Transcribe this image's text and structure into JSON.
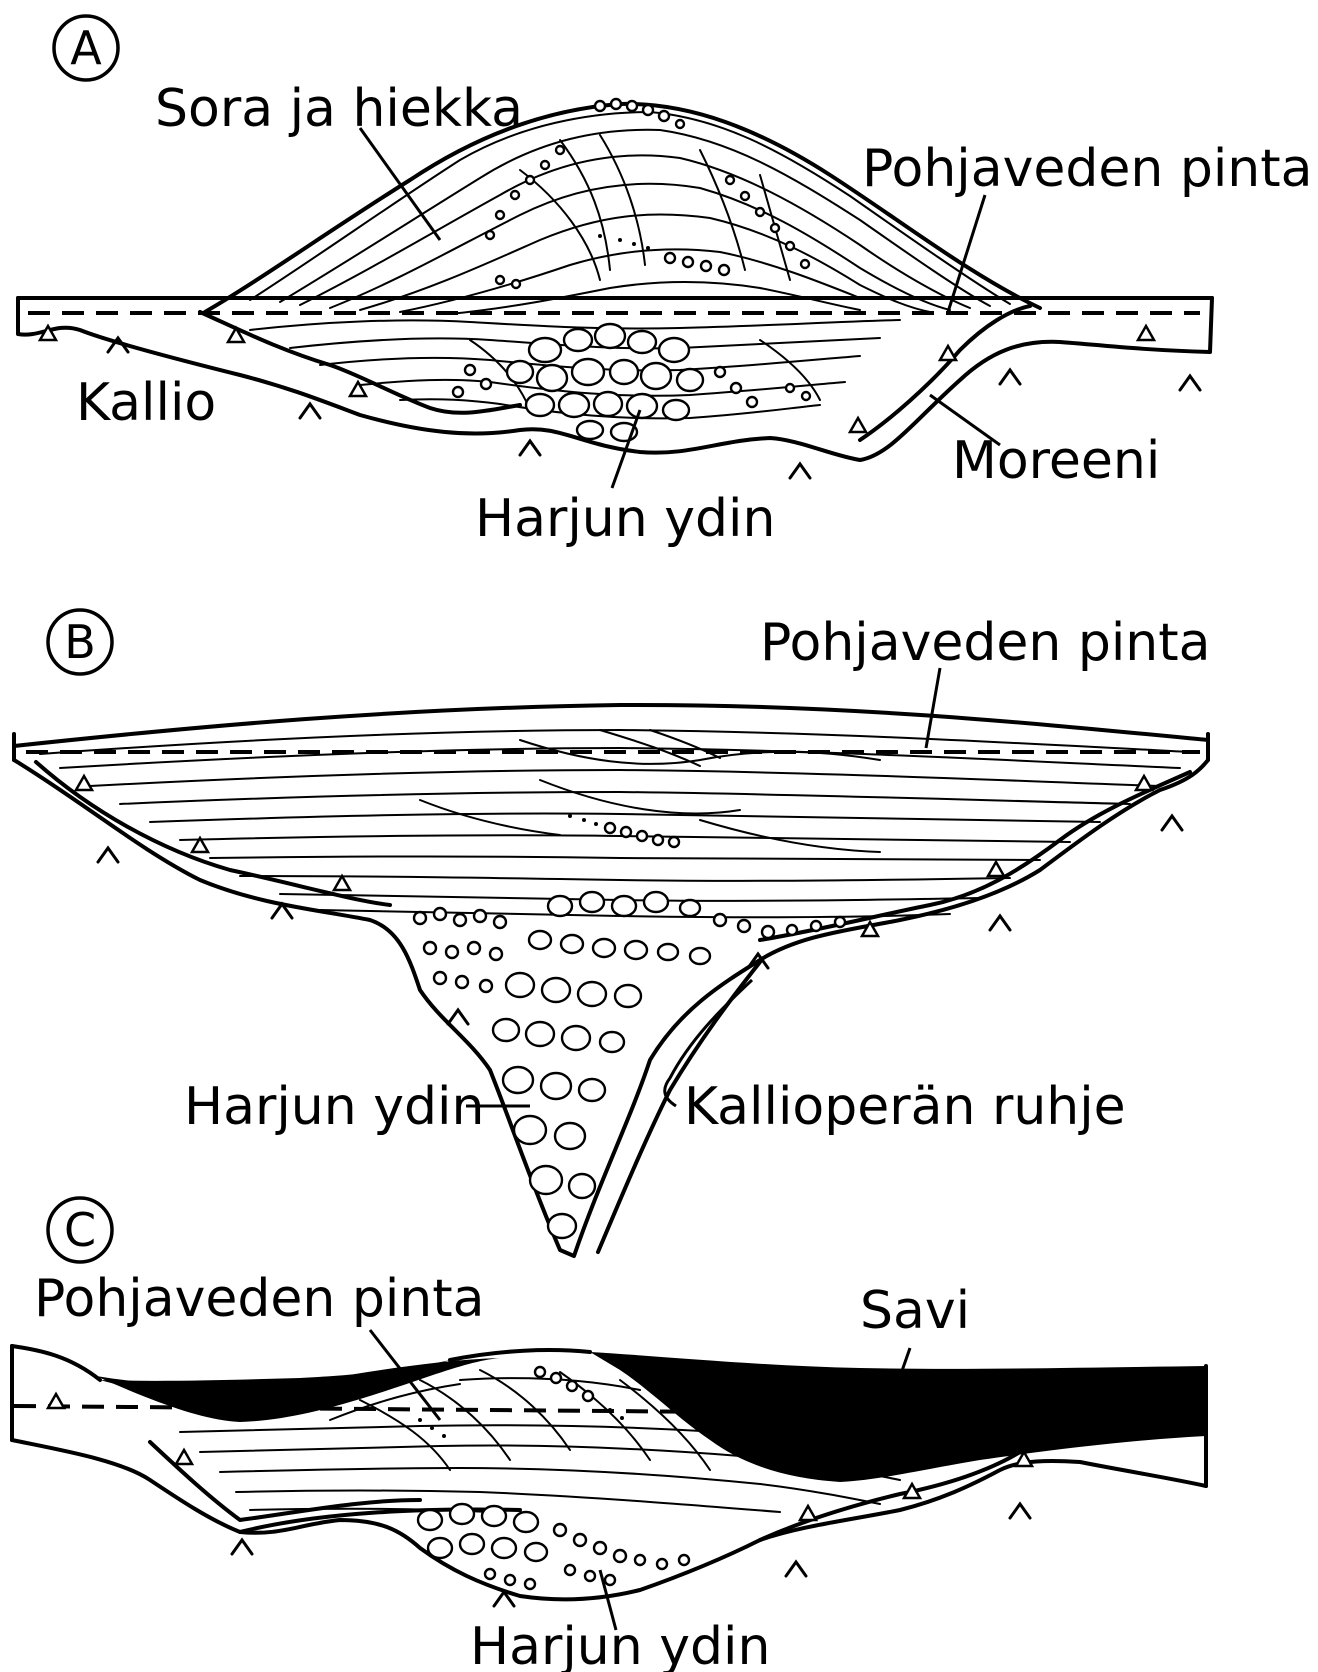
{
  "panels": [
    {
      "letter": "A",
      "labels": {
        "sora": "Sora ja hiekka",
        "pohjavesi": "Pohjaveden pinta",
        "kallio": "Kallio",
        "moreeni": "Moreeni",
        "ydin": "Harjun ydin"
      }
    },
    {
      "letter": "B",
      "labels": {
        "pohjavesi": "Pohjaveden pinta",
        "ydin": "Harjun ydin",
        "ruhje": "Kallioperän ruhje"
      }
    },
    {
      "letter": "C",
      "labels": {
        "pohjavesi": "Pohjaveden pinta",
        "savi": "Savi",
        "ydin": "Harjun ydin"
      }
    }
  ],
  "colors": {
    "ink": "#000000",
    "paper": "#ffffff"
  }
}
